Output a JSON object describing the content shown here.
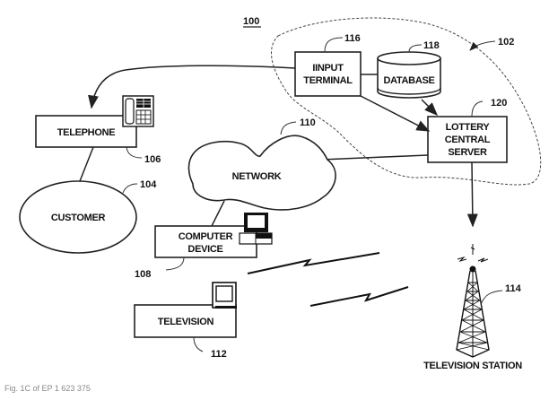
{
  "figure": {
    "number": "100",
    "caption": "Fig. 1C of EP 1 623 375"
  },
  "nodes": {
    "input_terminal": {
      "line1": "IINPUT",
      "line2": "TERMINAL",
      "ref": "116"
    },
    "database": {
      "label": "DATABASE",
      "ref": "118"
    },
    "lottery_server": {
      "line1": "LOTTERY",
      "line2": "CENTRAL",
      "line3": "SERVER",
      "ref": "120"
    },
    "system_boundary": {
      "ref": "102"
    },
    "telephone": {
      "label": "TELEPHONE",
      "ref": "106"
    },
    "customer": {
      "label": "CUSTOMER",
      "ref": "104"
    },
    "network": {
      "label": "NETWORK",
      "ref": "110"
    },
    "computer_device": {
      "line1": "COMPUTER",
      "line2": "DEVICE",
      "ref": "108"
    },
    "television": {
      "label": "TELEVISION",
      "ref": "112"
    },
    "television_station": {
      "label": "TELEVISION STATION",
      "ref": "114"
    }
  },
  "icons": [
    "telephone-icon",
    "computer-icon",
    "tv-icon",
    "antenna-tower-icon",
    "lightning-signal-icon"
  ]
}
